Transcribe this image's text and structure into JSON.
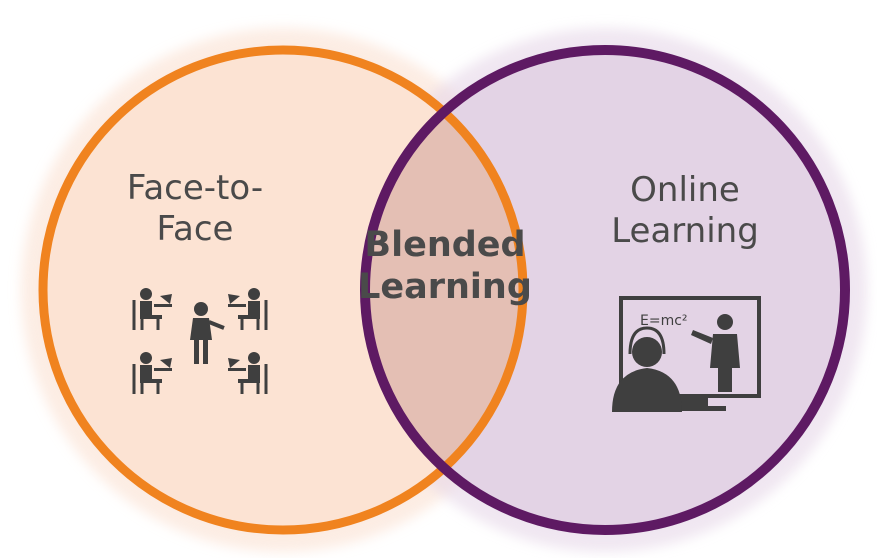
{
  "diagram": {
    "left": {
      "line1": "Face-to-",
      "line2": "Face",
      "icon": "classroom-people-icon"
    },
    "center": {
      "line1": "Blended",
      "line2": "Learning"
    },
    "right": {
      "line1": "Online",
      "line2": "Learning",
      "icon": "video-lecture-icon",
      "board_text": "E=mc²"
    }
  },
  "colors": {
    "left_fill": "#fce3d3",
    "left_ring": "#f0831f",
    "right_fill": "#e3d3e5",
    "right_ring": "#5e1a63",
    "overlap_fill": "#e4bfb4",
    "text": "#4a4a4a",
    "icon": "#3f3f3f"
  }
}
